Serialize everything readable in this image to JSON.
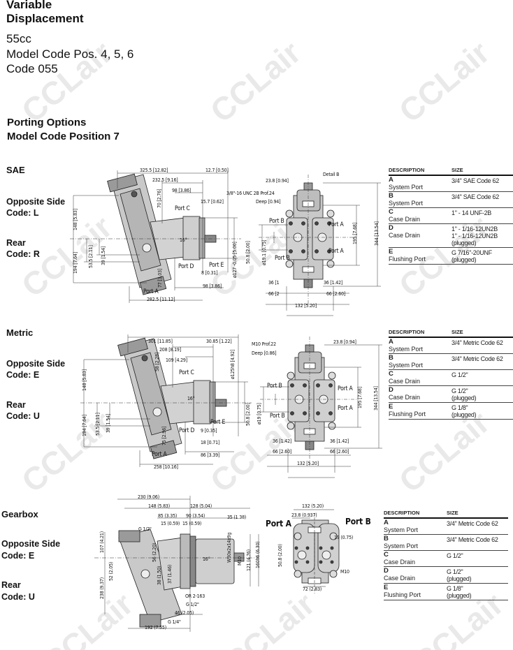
{
  "header": {
    "title_line1": "Variable",
    "title_line2": "Displacement",
    "displacement": "55cc",
    "model_code_pos": "Model Code Pos. 4, 5, 6",
    "code": "Code 055"
  },
  "porting": {
    "title": "Porting Options",
    "subtitle": "Model Code Position 7"
  },
  "watermark": "CCLair",
  "sections": {
    "sae": {
      "title": "SAE",
      "opp_label": "Opposite Side",
      "opp_code": "Code: L",
      "rear_label": "Rear",
      "rear_code": "Code: R",
      "side_labels": [
        "325.5 [12.82]",
        "12.7 [0.50]",
        "232.5 [9.16]",
        "98 [3.86]",
        "15.7 [0.62]",
        "Port C",
        "70 [2.76]",
        "16°",
        "Port E",
        "Port D",
        "8 [0.31]",
        "98 [3.86]",
        "Port A",
        "282.5 [11.12]",
        "77 [3.03]",
        "53.5 [2.11]",
        "39 [1.54]",
        "148 [5.83]",
        "194 [7.64]",
        "ø127 -0.05 [5.00]",
        "3/8\"-16 UNC 2B Prof.24",
        "Deep [0.94]"
      ],
      "front_labels": [
        "Detail B",
        "23.8 [0.94]",
        "Port B",
        "Port A",
        "Port A",
        "Port B",
        "50.8 [2.00]",
        "ø19.1 [0.75]",
        "195 [7.68]",
        "344 [13.54]",
        "36 [1",
        "36 [1.42]",
        "66 [2",
        "66 [2.60]",
        "132 [5.20]"
      ],
      "table": {
        "headers": [
          "DESCRIPTION",
          "SIZE"
        ],
        "rows": [
          {
            "letter": "A",
            "desc": "System Port",
            "size": [
              "3/4\" SAE Code 62"
            ]
          },
          {
            "letter": "B",
            "desc": "System Port",
            "size": [
              "3/4\" SAE Code 62"
            ]
          },
          {
            "letter": "C",
            "desc": "Case Drain",
            "size": [
              "1\" - 14 UNF-2B"
            ]
          },
          {
            "letter": "D",
            "desc": "Case Drain",
            "size": [
              "1\" - 1/16-12UN2B",
              "1\" - 1/16-12UN2B",
              "(plugged)"
            ]
          },
          {
            "letter": "E",
            "desc": "Flushing Port",
            "size": [
              "G 7/16\"-20UNF",
              "(plugged)"
            ]
          }
        ]
      }
    },
    "metric": {
      "title": "Metric",
      "opp_label": "Opposite Side",
      "opp_code": "Code: E",
      "rear_label": "Rear",
      "rear_code": "Code: U",
      "side_labels": [
        "301 [11.85]",
        "30.85 [1.22]",
        "208 [8.19]",
        "109 [4.29]",
        "Port C",
        "58 [2.28]",
        "ø125h8 [4.92]",
        "16°",
        "Port E",
        "Port D",
        "9 [0.35]",
        "18 [0.71]",
        "86 [3.39]",
        "Port A",
        "258 [10.16]",
        "75 [2.96]",
        "148 [5.83]",
        "194 [7.64]",
        "53.5 [2.11]",
        "39 [1.54]"
      ],
      "front_labels": [
        "M10 Prof.22",
        "Deep [0.86]",
        "23.8 [0.94]",
        "Port B",
        "Port A",
        "Port A",
        "Port B",
        "50.8 [2.00]",
        "ø19 [0.75]",
        "195 [7.68]",
        "344 [13.54]",
        "36 [1.42]",
        "36 [1.42]",
        "66 [2.60]",
        "66 [2.60]",
        "132 [5.20]"
      ],
      "table": {
        "headers": [
          "DESCRIPTION",
          "SIZE"
        ],
        "rows": [
          {
            "letter": "A",
            "desc": "System Port",
            "size": [
              "3/4\" Metric Code 62"
            ]
          },
          {
            "letter": "B",
            "desc": "System Port",
            "size": [
              "3/4\" Metric Code 62"
            ]
          },
          {
            "letter": "C",
            "desc": "Case Drain",
            "size": [
              "G 1/2\""
            ]
          },
          {
            "letter": "D",
            "desc": "Case Drain",
            "size": [
              "G 1/2\"",
              "(plugged)"
            ]
          },
          {
            "letter": "E",
            "desc": "Flushing Port",
            "size": [
              "G 1/8\"",
              "(plugged)"
            ]
          }
        ]
      }
    },
    "gearbox": {
      "title": "Gearbox",
      "opp_label": "Opposite Side",
      "opp_code": "Code: E",
      "rear_label": "Rear",
      "rear_code": "Code: U",
      "side_labels": [
        "230 (9.06)",
        "148 (5.83)",
        "128 (5.04)",
        "85 (3.35)",
        "90 (3.54)",
        "35 (1.38)",
        "15 (0.59)",
        "15 (0.59)",
        "G 1/2\"",
        "107 (4.21)",
        "52 (2.05)",
        "238 (9.37)",
        "56 (2.20)",
        "38 (1.50)",
        "37 (1.46)",
        "16°",
        "121 (4.76)",
        "160h6 (6.30)",
        "W30x2x14x9g",
        "M10",
        "OR 2-163",
        "G 1/2\"",
        "46 (2.05)",
        "G 1/4\"",
        "192 (7.55)"
      ],
      "front_labels": [
        "132 (5.20)",
        "23.8 (0.937)",
        "Port A",
        "Port B",
        "19 (0.75)",
        "50.8 (2.00)",
        "M10",
        "72 (2.83)"
      ],
      "table": {
        "headers": [
          "DESCRIPTION",
          "SIZE"
        ],
        "rows": [
          {
            "letter": "A",
            "desc": "System Port",
            "size": [
              "3/4\" Metric Code 62"
            ]
          },
          {
            "letter": "B",
            "desc": "System Port",
            "size": [
              "3/4\" Metric Code 62"
            ]
          },
          {
            "letter": "C",
            "desc": "Case Drain",
            "size": [
              "G 1/2\""
            ]
          },
          {
            "letter": "D",
            "desc": "Case Drain",
            "size": [
              "G 1/2\"",
              "(plugged)"
            ]
          },
          {
            "letter": "E",
            "desc": "Flushing Port",
            "size": [
              "G 1/8\"",
              "(plugged)"
            ]
          }
        ]
      }
    }
  }
}
